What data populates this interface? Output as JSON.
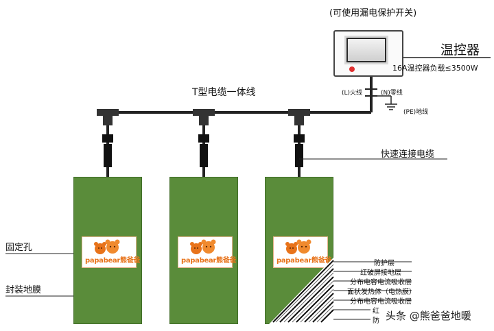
{
  "title_top": "(可使用漏电保护开关)",
  "thermostat": {
    "label": "温控器",
    "spec": "16A温控器负载≤3500W"
  },
  "cable": {
    "t_label": "T型电缆一体线",
    "quick_label": "快速连接电缆"
  },
  "wiring": {
    "live": "(L)火线",
    "neutral": "(N)零线",
    "earth": "(PE)地线"
  },
  "panels": [
    {
      "logo_text": "papabear熊爸爸"
    },
    {
      "logo_text": "papabear熊爸爸"
    },
    {
      "logo_text": "papabear熊爸爸"
    }
  ],
  "left_labels": {
    "fix_hole": "固定孔",
    "sealing_film": "封装地膜"
  },
  "layers": [
    "防护层",
    "红破屏接地层",
    "分布电容电流吸收层",
    "面状发热体（电热膜）",
    "分布电容电流吸收层",
    "红",
    "防"
  ],
  "watermark": "头条 @熊爸爸地暖",
  "colors": {
    "panel_green": "#5a8c3a",
    "logo_orange": "#e8731a",
    "led_red": "#e03030"
  }
}
